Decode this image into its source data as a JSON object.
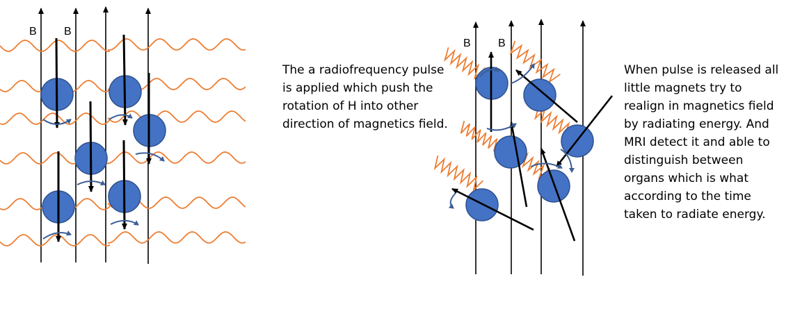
{
  "diagrams": {
    "left": {
      "field_label_1": "B",
      "field_label_2": "B",
      "colors": {
        "field_line": "#000000",
        "wave": "#ED7D31",
        "nucleus": "#4472C4",
        "nucleus_edge": "#2F528F",
        "rotation_arrow": "#3B5E96"
      }
    },
    "right": {
      "field_label_1": "B",
      "field_label_2": "B"
    }
  },
  "captions": {
    "pulse_applied": [
      "The a radiofrequency pulse",
      "is applied which push the",
      "rotation of H into other",
      "direction of magnetics field."
    ],
    "pulse_released": [
      "When pulse is released all",
      "little magnets try to",
      "realign in magnetics field",
      "by radiating energy. And",
      "MRI detect it and able to",
      "distinguish between",
      "organs which is what",
      "according to the time",
      "taken to radiate energy."
    ]
  }
}
